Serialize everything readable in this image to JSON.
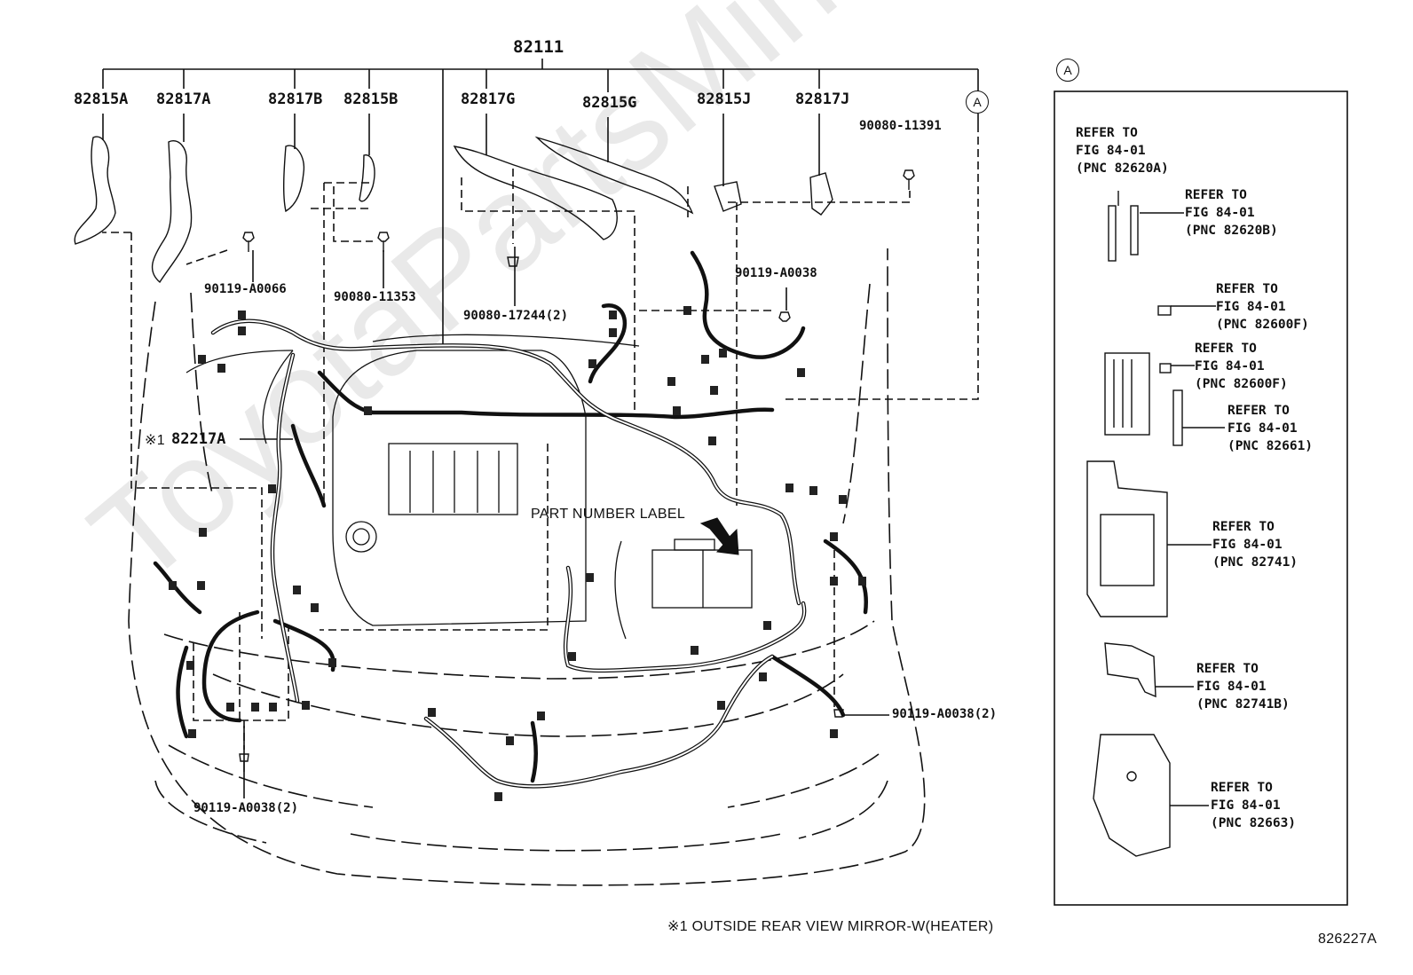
{
  "watermark": "ToyotaPartsMiner.ru",
  "main_part": "82111",
  "parts_top": {
    "p82815A": "82815A",
    "p82817A": "82817A",
    "p82817B": "82817B",
    "p82815B": "82815B",
    "p82817G": "82817G",
    "p82815G": "82815G",
    "p82815J": "82815J",
    "p82817J": "82817J"
  },
  "circle_label": "A",
  "fasteners": {
    "f1": "90080-11391",
    "f2": "90119-A0038",
    "f3": "90119-A0066",
    "f4": "90080-11353",
    "f5": "90080-17244(2)",
    "f6": "90119-A0038(2)",
    "f7": "90119-A0038(2)"
  },
  "note_mark": "※1",
  "p82217A": "82217A",
  "part_number_label": "PART NUMBER LABEL",
  "footnote": "※1 OUTSIDE REAR VIEW MIRROR-W(HEATER)",
  "diagram_id": "826227A",
  "refs": [
    {
      "l1": "REFER TO",
      "l2": "FIG 84-01",
      "l3": "(PNC 82620A)"
    },
    {
      "l1": "REFER TO",
      "l2": "FIG 84-01",
      "l3": "(PNC 82620B)"
    },
    {
      "l1": "REFER TO",
      "l2": "FIG 84-01",
      "l3": "(PNC 82600F)"
    },
    {
      "l1": "REFER TO",
      "l2": "FIG 84-01",
      "l3": "(PNC 82600F)"
    },
    {
      "l1": "REFER TO",
      "l2": "FIG 84-01",
      "l3": "(PNC 82661)"
    },
    {
      "l1": "REFER TO",
      "l2": "FIG 84-01",
      "l3": "(PNC 82741)"
    },
    {
      "l1": "REFER TO",
      "l2": "FIG 84-01",
      "l3": "(PNC 82741B)"
    },
    {
      "l1": "REFER TO",
      "l2": "FIG 84-01",
      "l3": "(PNC 82663)"
    }
  ]
}
